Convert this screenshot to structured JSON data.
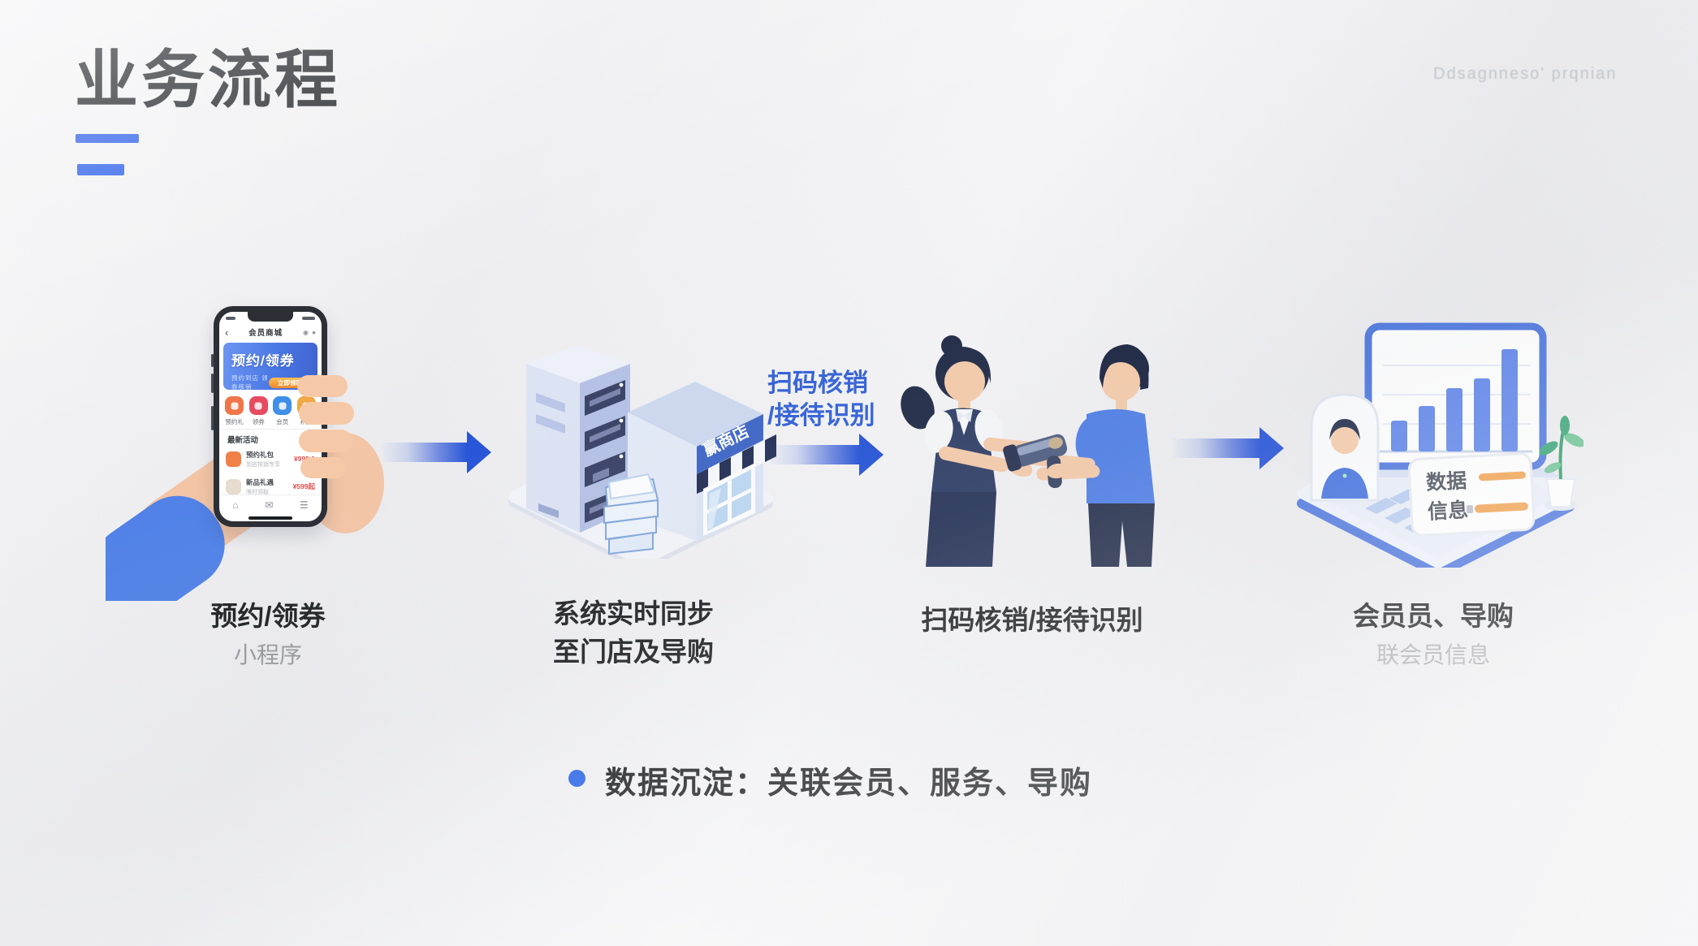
{
  "page": {
    "title": "业务流程",
    "watermark": "Ddsagnneso' prqnian"
  },
  "colors": {
    "accent_blue": "#2257e7",
    "arrow_blue": "#2150d8",
    "caption_blue": "#2e5ed6",
    "label_dark": "#1b1c1f",
    "label_gray": "#96979b"
  },
  "flow_caption": {
    "line1": "扫码核销",
    "line2": "/接待识别"
  },
  "steps": [
    {
      "label": "预约/领券",
      "sublabel": "小程序"
    },
    {
      "label": "系统实时同步",
      "label2": "至门店及导购"
    },
    {
      "label": "扫码核销/接待识别"
    },
    {
      "label": "会员员、导购",
      "sublabel": "联会员信息"
    }
  ],
  "phone": {
    "back_glyph": "‹",
    "nav_title": "会员商城",
    "capsule_glyph": "◉ ●",
    "banner_title": "预约/领券",
    "banner_subtitle": "预约到店 领券核销",
    "banner_button": "立即领取",
    "quick_icons": [
      {
        "name": "coupon-icon",
        "label": "预约礼"
      },
      {
        "name": "gift-icon",
        "label": "领券"
      },
      {
        "name": "member-icon",
        "label": "会员"
      },
      {
        "name": "points-icon",
        "label": "积分"
      }
    ],
    "section_title": "最新活动",
    "list": [
      {
        "title": "预约礼包",
        "subtitle": "到店核销专享",
        "price": "¥999.9"
      },
      {
        "title": "新品礼遇",
        "subtitle": "限时领取",
        "price": "¥599起"
      }
    ],
    "tab_icons": [
      "⌂",
      "✉",
      "☰"
    ]
  },
  "store": {
    "sign": "赢商店"
  },
  "laptop": {
    "card_line1": "数据",
    "card_line2": "信息"
  },
  "summary": {
    "bullet": "数据沉淀：关联会员、服务、导购"
  }
}
